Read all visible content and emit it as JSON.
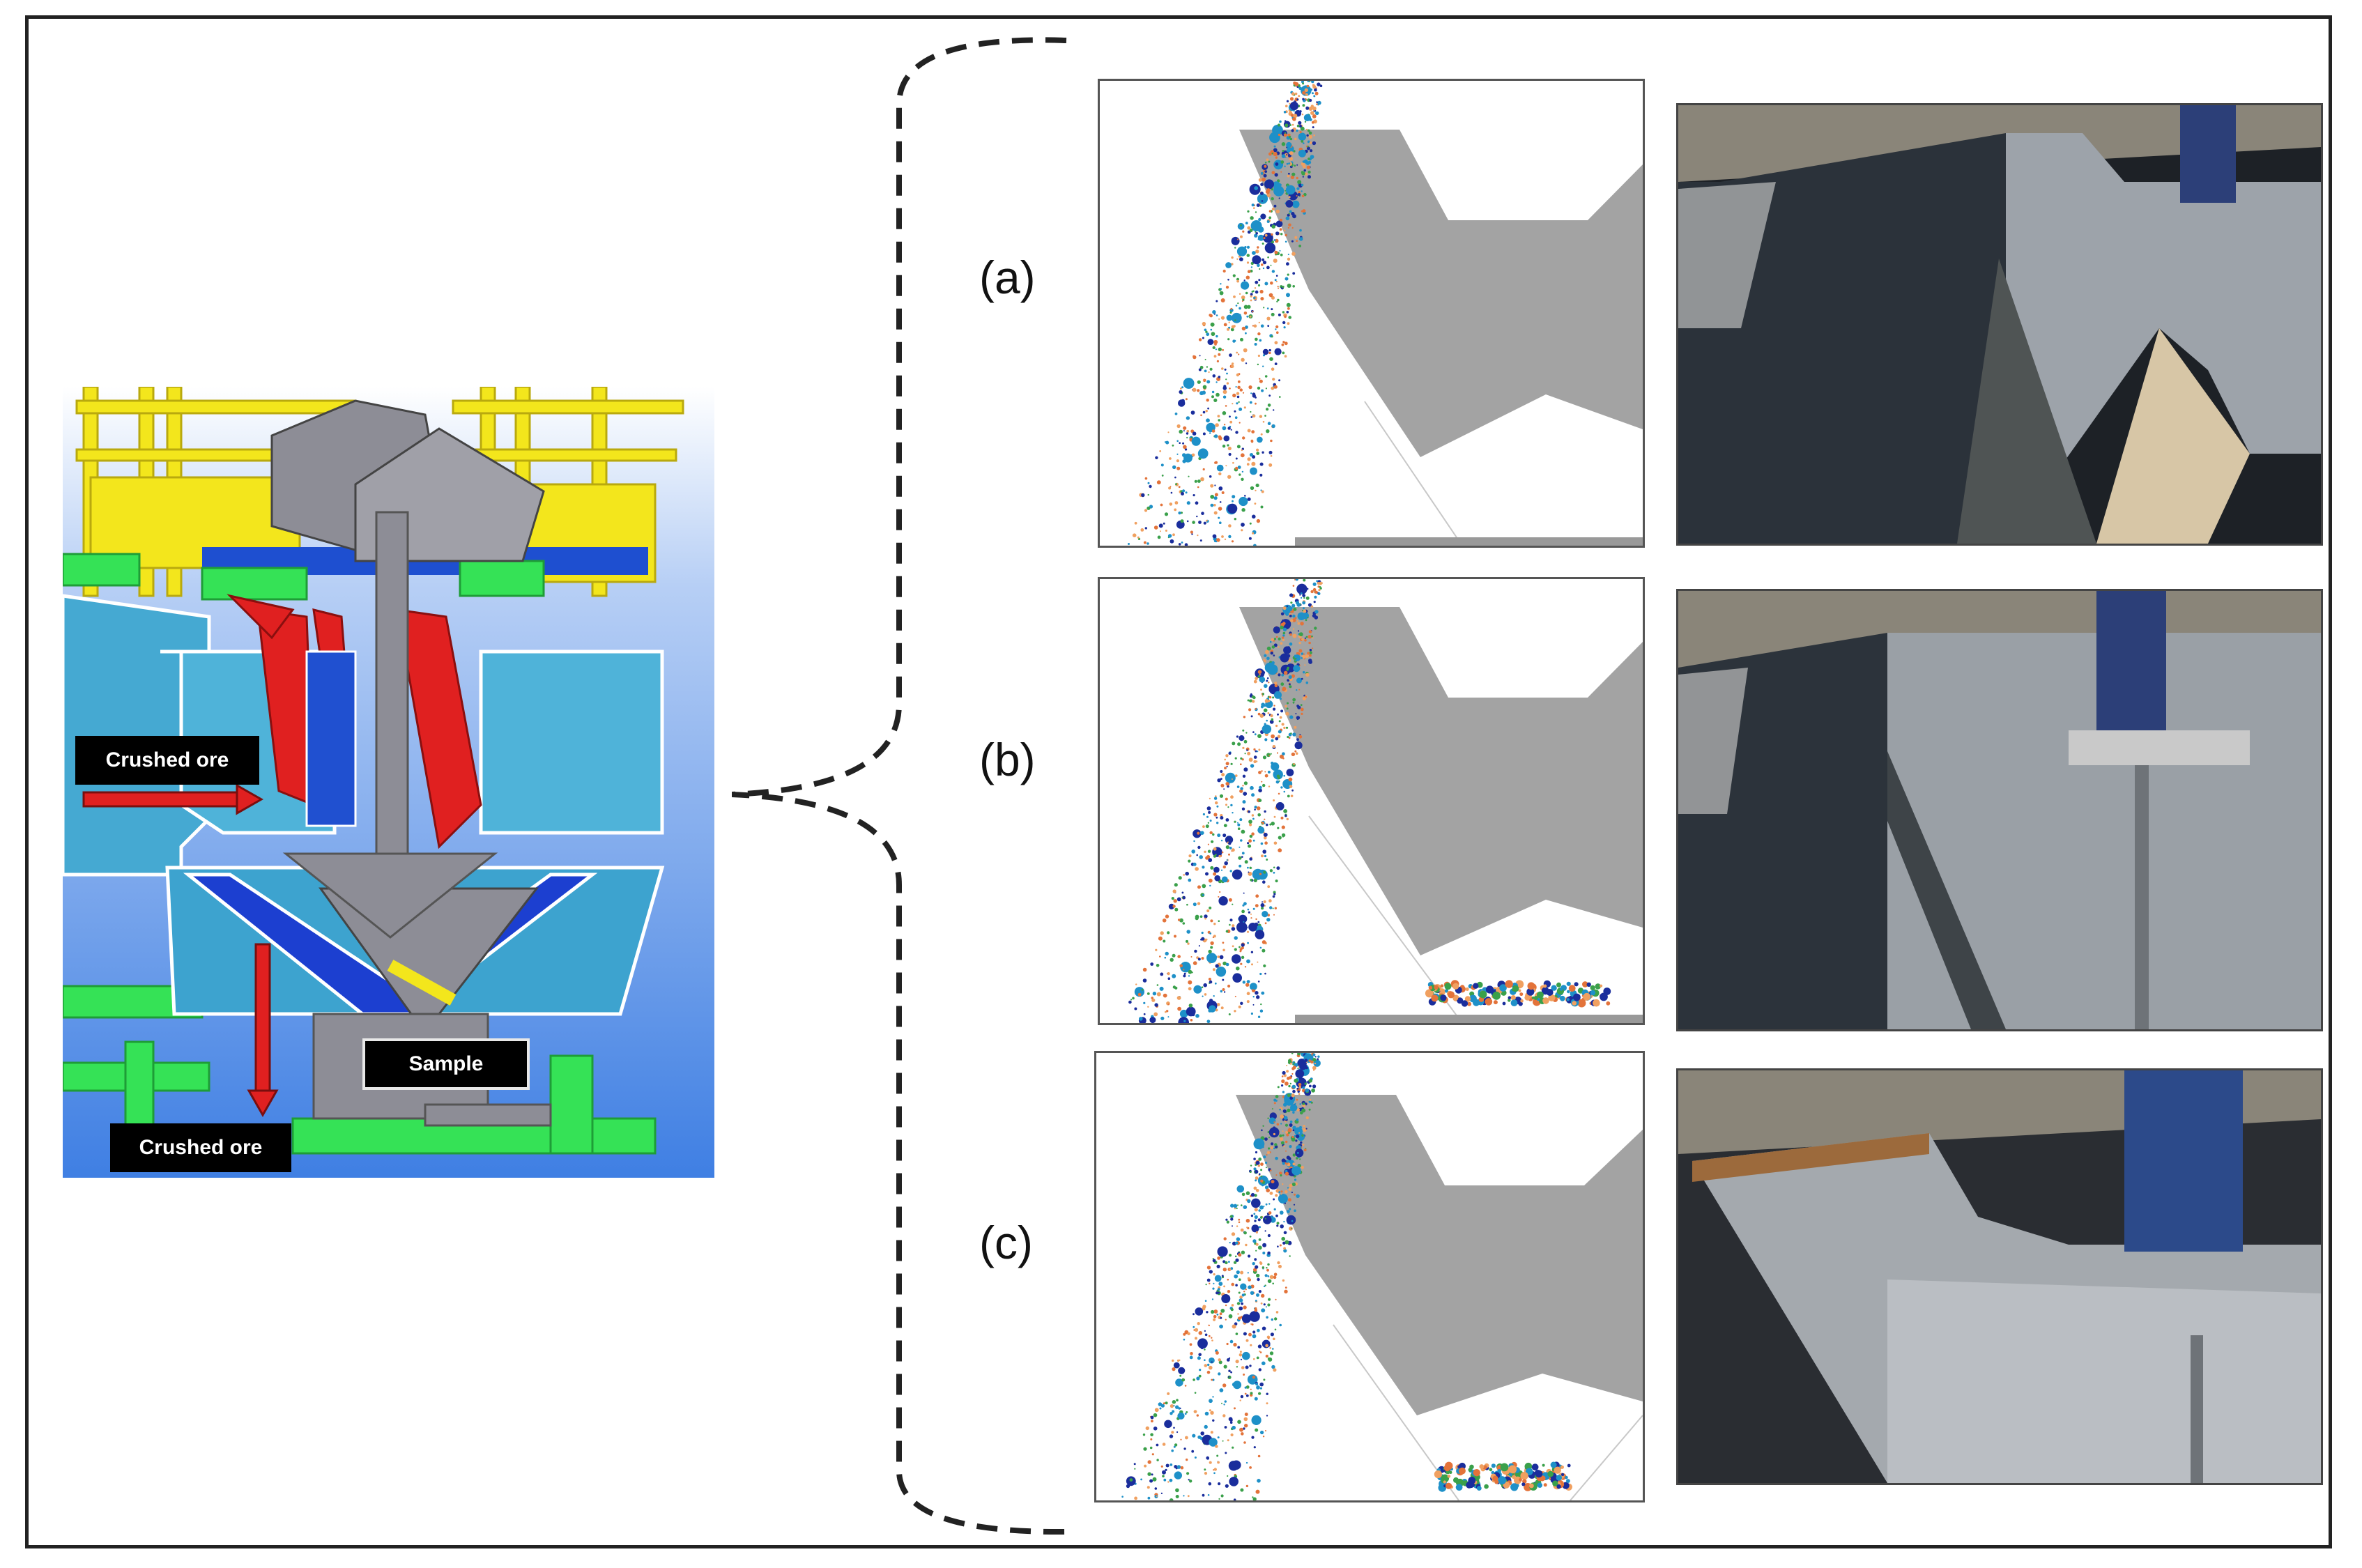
{
  "crusher": {
    "labels": {
      "feed": "Crushed ore",
      "sample": "Sample",
      "discharge": "Crushed ore"
    }
  },
  "panels": [
    {
      "label": "(a)"
    },
    {
      "label": "(b)"
    },
    {
      "label": "(c)"
    }
  ],
  "colors": {
    "cad_background": "#8fb6f0",
    "cad_body": "#4fb3d9",
    "cad_yellow": "#f5e81e",
    "cad_green": "#3fe45a",
    "cad_red": "#e02020",
    "cad_gray": "#8d8d96",
    "sim_cutter": "#a3a3a3",
    "particles": [
      "#e3733a",
      "#3aa04a",
      "#1e90c8",
      "#1a2d9c",
      "#f0a060"
    ]
  }
}
